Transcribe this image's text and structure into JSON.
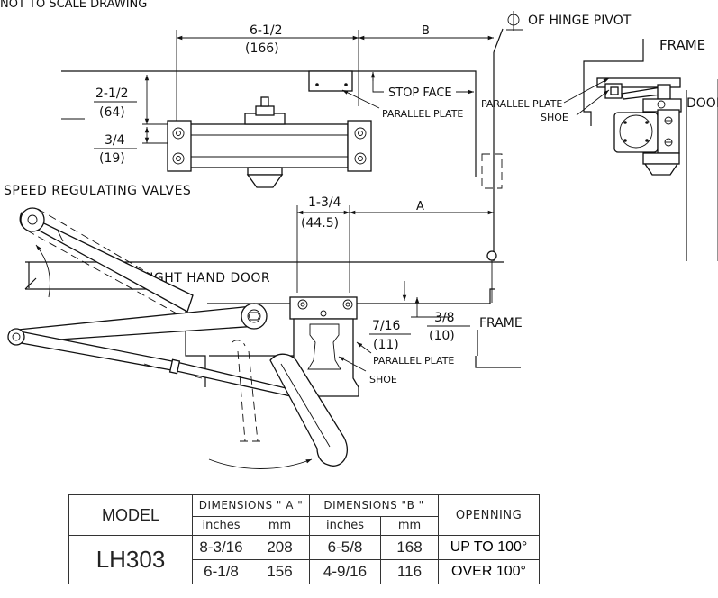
{
  "note": "NOT TO SCALE DRAWING",
  "labels": {
    "hinge_pivot": "OF HINGE PIVOT",
    "frame_top": "FRAME",
    "frame_right": "FRAME",
    "door": "DOOR",
    "stop_face": "STOP FACE",
    "parallel_plate_1": "PARALLEL PLATE",
    "parallel_plate_2": "PARALLEL PLATE",
    "parallel_plate_3": "PARALLEL PLATE",
    "shoe_1": "SHOE",
    "shoe_2": "SHOE",
    "speed_valves": "SPEED REGULATING VALVES",
    "right_hand_door": "RIGHT HAND DOOR"
  },
  "dimensions": {
    "d1_in": "6-1/2",
    "d1_mm": "(166)",
    "dB": "B",
    "d2_in": "2-1/2",
    "d2_mm": "(64)",
    "d3_in": "3/4",
    "d3_mm": "(19)",
    "d4_in": "1-3/4",
    "d4_mm": "(44.5)",
    "dA": "A",
    "d5_in": "7/16",
    "d5_mm": "(11)",
    "d6_in": "3/8",
    "d6_mm": "(10)"
  },
  "table": {
    "model_header": "MODEL",
    "dim_a_header": "DIMENSIONS \" A \"",
    "dim_b_header": "DIMENSIONS \"B \"",
    "opening_header": "OPENNING",
    "unit_in": "inches",
    "unit_mm": "mm",
    "model": "LH303",
    "rows": [
      {
        "a_in": "8-3/16",
        "a_mm": "208",
        "b_in": "6-5/8",
        "b_mm": "168",
        "opening": "UP TO 100°"
      },
      {
        "a_in": "6-1/8",
        "a_mm": "156",
        "b_in": "4-9/16",
        "b_mm": "116",
        "opening": "OVER 100°"
      }
    ]
  }
}
